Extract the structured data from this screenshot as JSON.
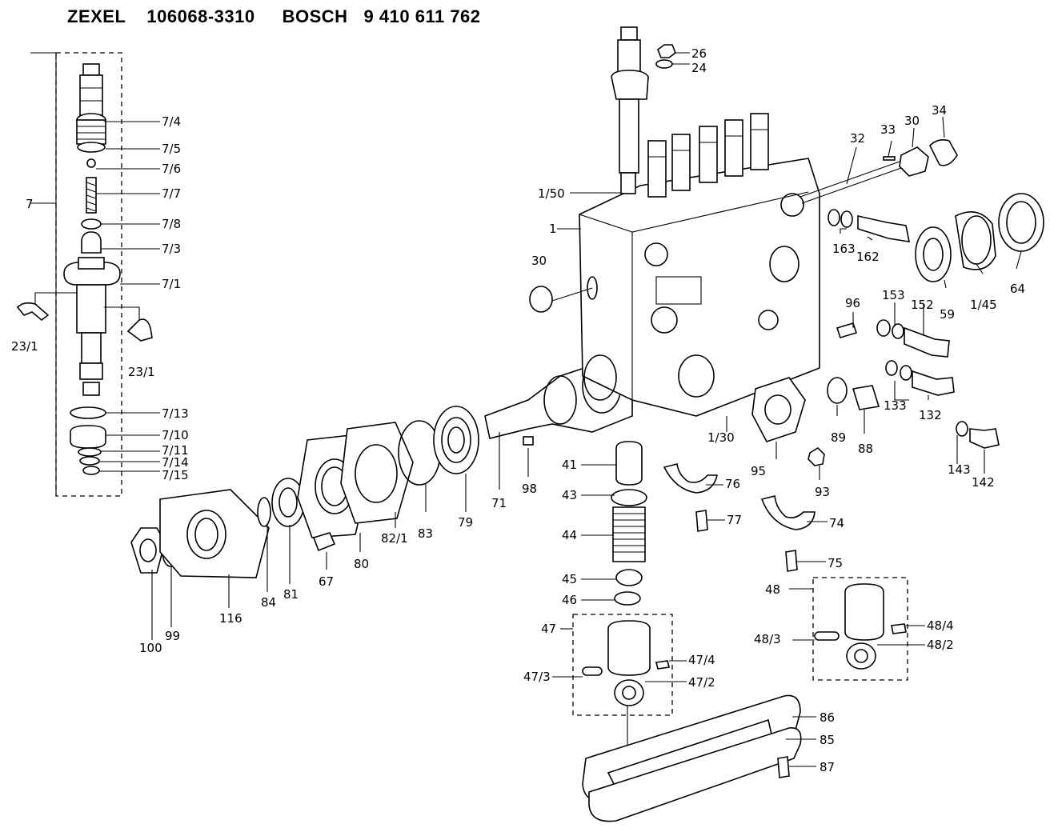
{
  "header": {
    "brand1": "ZEXEL",
    "num1": "106068-3310",
    "brand2": "BOSCH",
    "num2": "9 410 611 762"
  },
  "labels": {
    "l_7_4": "7/4",
    "l_7_5": "7/5",
    "l_7_6": "7/6",
    "l_7_7": "7/7",
    "l_7_8": "7/8",
    "l_7_3": "7/3",
    "l_7_1": "7/1",
    "l_7": "7",
    "l_23_1a": "23/1",
    "l_23_1b": "23/1",
    "l_7_13": "7/13",
    "l_7_10": "7/10",
    "l_7_11": "7/11",
    "l_7_14": "7/14",
    "l_7_15": "7/15",
    "l_100": "100",
    "l_99": "99",
    "l_116": "116",
    "l_84": "84",
    "l_81": "81",
    "l_67": "67",
    "l_80": "80",
    "l_82_1": "82/1",
    "l_83": "83",
    "l_79": "79",
    "l_71": "71",
    "l_98": "98",
    "l_26": "26",
    "l_24": "24",
    "l_1_50": "1/50",
    "l_1": "1",
    "l_30a": "30",
    "l_32": "32",
    "l_33": "33",
    "l_30b": "30",
    "l_34": "34",
    "l_163": "163",
    "l_162": "162",
    "l_59": "59",
    "l_1_45": "1/45",
    "l_64": "64",
    "l_96": "96",
    "l_153": "153",
    "l_152": "152",
    "l_133": "133",
    "l_132": "132",
    "l_143": "143",
    "l_142": "142",
    "l_89": "89",
    "l_88": "88",
    "l_1_30": "1/30",
    "l_95": "95",
    "l_93": "93",
    "l_41": "41",
    "l_43": "43",
    "l_44": "44",
    "l_45": "45",
    "l_46": "46",
    "l_47": "47",
    "l_47_3": "47/3",
    "l_47_4": "47/4",
    "l_47_2": "47/2",
    "l_76": "76",
    "l_77": "77",
    "l_74": "74",
    "l_75": "75",
    "l_48": "48",
    "l_48_3": "48/3",
    "l_48_4": "48/4",
    "l_48_2": "48/2",
    "l_86": "86",
    "l_85": "85",
    "l_87": "87"
  }
}
